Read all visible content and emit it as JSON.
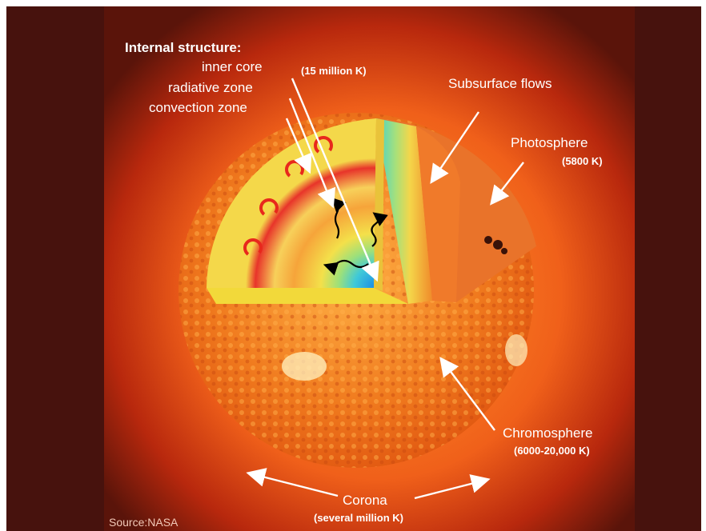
{
  "diagram": {
    "heading": "Internal structure:",
    "labels": {
      "inner_core": "inner core",
      "core_temp": "(15 million K)",
      "radiative_zone": "radiative zone",
      "convection_zone": "convection zone",
      "subsurface_flows": "Subsurface flows",
      "photosphere": "Photosphere",
      "photosphere_temp": "(5800 K)",
      "chromosphere": "Chromosphere",
      "chromosphere_temp": "(6000-20,000 K)",
      "corona": "Corona",
      "corona_temp": "(several million K)"
    },
    "source": "Source:NASA"
  },
  "colors": {
    "frame": "#47120d",
    "corona_glow": "#e8410f",
    "sun_surface": "#f07a1e",
    "cutaway_yellow": "#f2d93a",
    "core_blue": "#2fa6e0",
    "label_text": "#ffffff"
  }
}
